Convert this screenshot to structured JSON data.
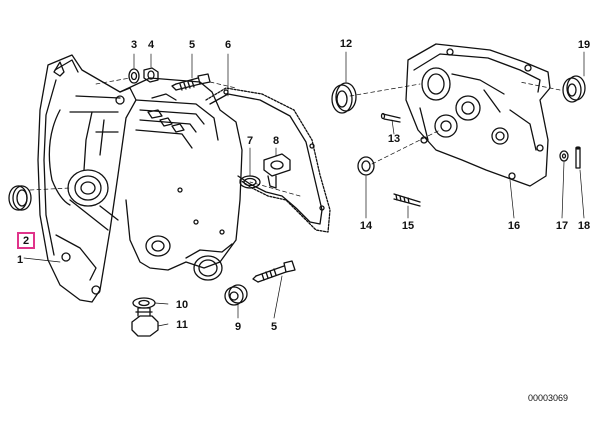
{
  "diagram": {
    "callouts": {
      "c1": "1",
      "c2": "2",
      "c3": "3",
      "c4": "4",
      "c5a": "5",
      "c5b": "5",
      "c6": "6",
      "c7": "7",
      "c8": "8",
      "c9": "9",
      "c10": "10",
      "c11": "11",
      "c12": "12",
      "c13": "13",
      "c14": "14",
      "c15": "15",
      "c16": "16",
      "c17": "17",
      "c18": "18",
      "c19": "19"
    },
    "selected_callout": "2",
    "drawing_number": "00003069",
    "highlight_color": "#e0338a",
    "line_color": "#111111"
  }
}
